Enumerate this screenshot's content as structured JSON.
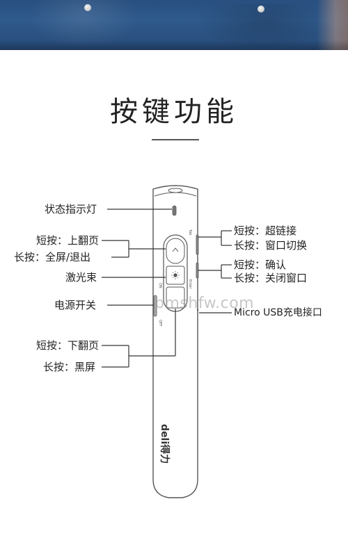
{
  "title": "按键功能",
  "labels": {
    "status_light": "状态指示灯",
    "short_press_up": "短按：上翻页",
    "long_press_fullscreen": "长按：全屏/退出",
    "laser": "激光束",
    "power_switch": "电源开关",
    "short_press_down": "短按：下翻页",
    "long_press_blackscreen": "长按：黑屏",
    "short_press_hyperlink": "短按：超链接",
    "long_press_window_switch": "长按：窗口切换",
    "short_press_confirm": "短按：确认",
    "long_press_close_window": "长按：关闭窗口",
    "micro_usb": "Micro USB充电接口"
  },
  "device": {
    "brand": "deli得力",
    "side_tab": "Tab",
    "side_enter": "Enter",
    "switch_on": "ON",
    "switch_off": "OFF"
  },
  "watermark": "bmshfw.com",
  "colors": {
    "line": "#333333",
    "device_outline": "#555555"
  }
}
